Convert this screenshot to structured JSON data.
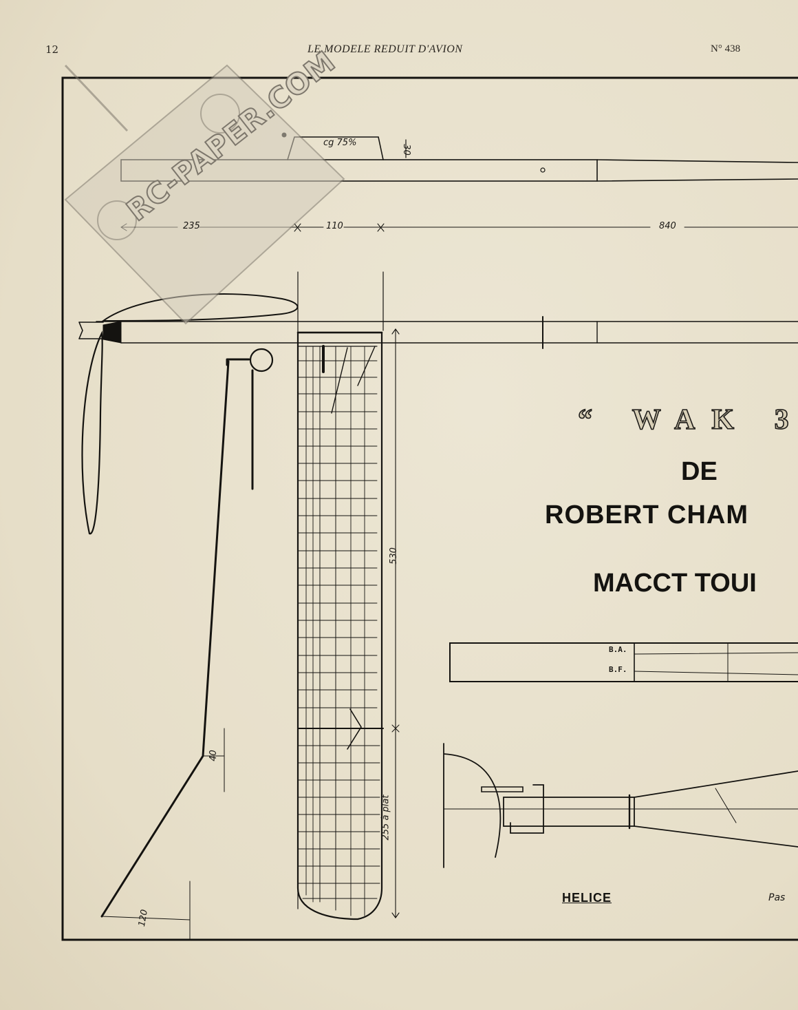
{
  "header": {
    "page_number": "12",
    "journal_title": "LE MODELE REDUIT D'AVION",
    "issue": "N° 438"
  },
  "plan": {
    "title_wak": "“ WAK 3",
    "title_de": "DE",
    "title_author": "ROBERT CHAM",
    "title_club": "MACCT TOUI",
    "cg_label": "cg 75%",
    "fuselage_dims": {
      "d1": "235",
      "d2": "110",
      "d3": "840"
    },
    "height_label": "30",
    "wing_span_label": "530",
    "wing_tip_label": "255 à plat",
    "dihedral_label": "40",
    "stab_offset_label": "120",
    "leading_edge_label": "B.A.",
    "trailing_edge_label": "B.F.",
    "propeller_label": "HELICE",
    "pitch_label": "Pas"
  },
  "watermark": {
    "text": "RC-PAPER.COM"
  }
}
